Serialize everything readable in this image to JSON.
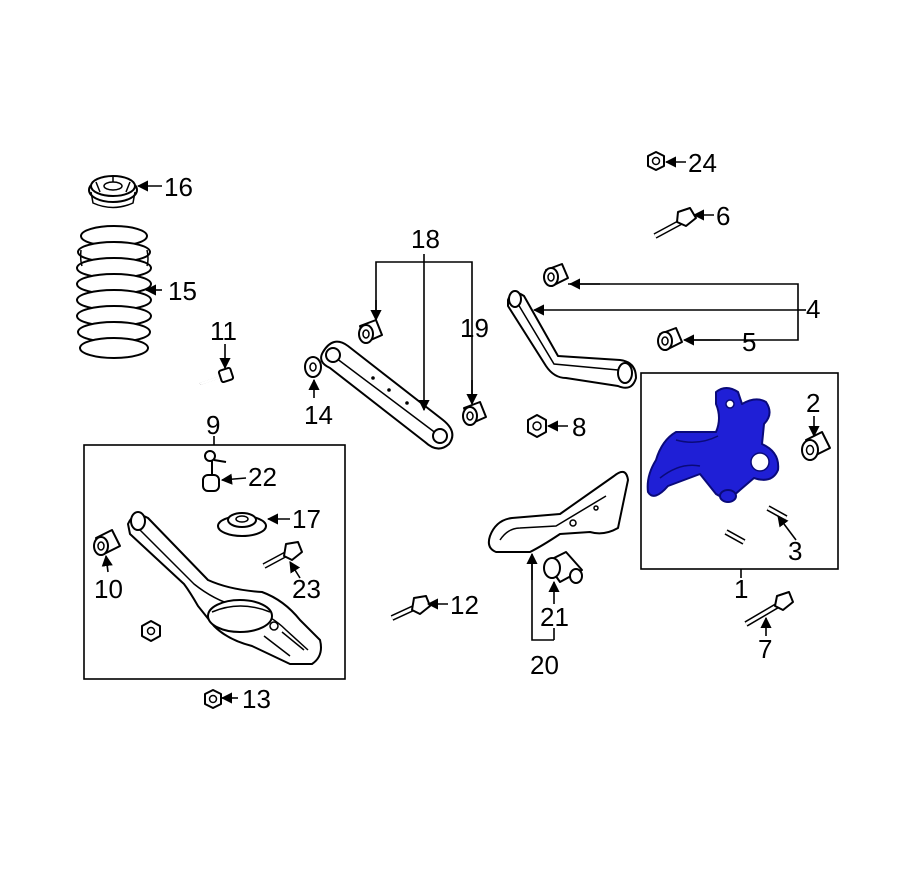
{
  "diagram": {
    "highlight_color": "#1f1fd6",
    "line_color": "#000000",
    "background": "#ffffff",
    "callouts": [
      "1",
      "2",
      "3",
      "4",
      "5",
      "6",
      "7",
      "8",
      "9",
      "10",
      "11",
      "12",
      "13",
      "14",
      "15",
      "16",
      "17",
      "18",
      "19",
      "20",
      "21",
      "22",
      "23",
      "24"
    ]
  }
}
